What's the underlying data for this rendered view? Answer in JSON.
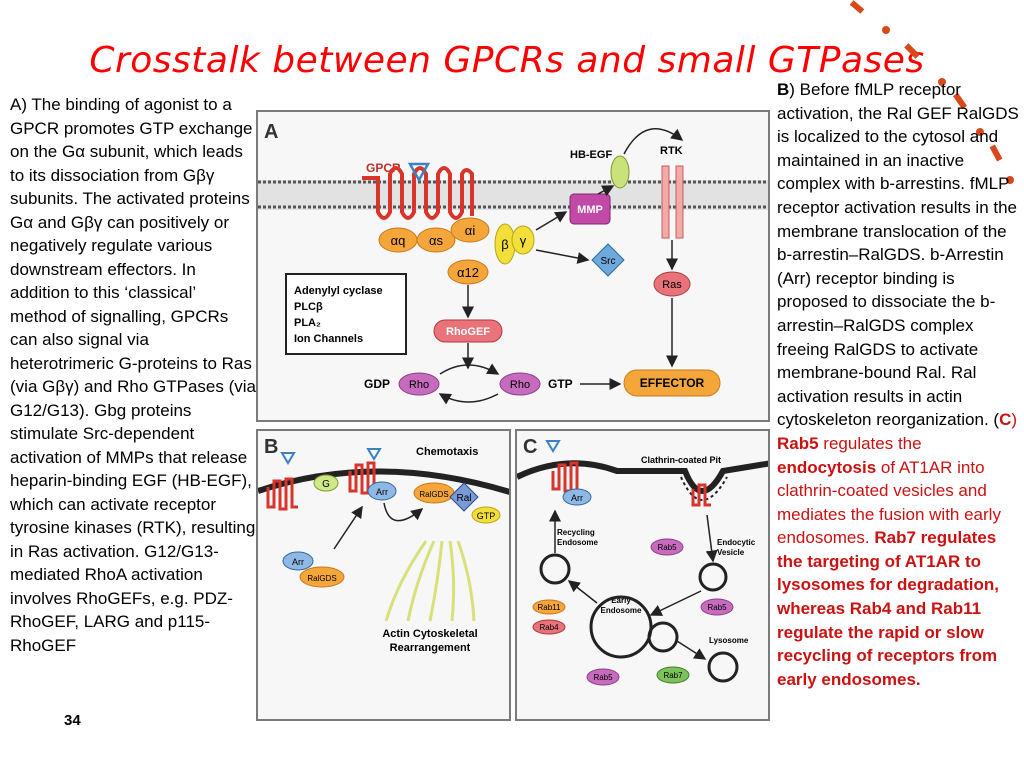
{
  "title": "Crosstalk between GPCRs and small GTPases",
  "page_number": "34",
  "left_text": {
    "p1": "A) The binding of agonist to a GPCR promotes GTP exchange on the G",
    "alpha1": "α",
    "p2": " subunit, which leads to its dissociation from G",
    "betagamma1": "βγ",
    "p3": " subunits. The activated proteins G",
    "alpha2": "α",
    "p4": " and G",
    "betagamma2": "βγ",
    "p5": " can positively or negatively regulate various downstream effectors. In addition to this ‘classical’ method of signalling, GPCRs can also signal via heterotrimeric G-proteins to Ras (via G",
    "betagamma3": "βγ",
    "p6": ") and Rho GTPases (via G12/G13). Gbg proteins stimulate Src-dependent activation of MMPs that release heparin-binding EGF (HB-EGF), which can activate receptor tyrosine kinases (RTK), resulting in Ras activation. G12/G13-mediated RhoA activation involves RhoGEFs, e.g. PDZ-RhoGEF, LARG and p115-RhoGEF"
  },
  "right_text": {
    "b_label": "B",
    "b_text": ") Before fMLP receptor activation, the Ral GEF RalGDS is localized to the cytosol and maintained in an inactive complex with b-arrestins. fMLP receptor activation results in the membrane translocation of the b-arrestin–RalGDS. b-Arrestin (Arr) receptor binding is proposed to dissociate the b-arrestin–RalGDS complex freeing RalGDS to activate membrane-bound Ral. Ral activation results in actin cytoskeleton reorganization. (",
    "c_label": "C",
    "c_close": ") ",
    "rab5": "Rab5",
    "c_text1": " regulates the ",
    "endocytosis": "endocytosis",
    "c_text2": " of AT1AR into clathrin-coated vesicles and mediates the fusion with early endosomes. ",
    "c_bold": "Rab7 regulates the targeting of AT1AR to lysosomes for degradation, whereas Rab4 and Rab11 regulate the rapid or slow recycling of receptors from early endosomes."
  },
  "panel_a": {
    "letter": "A",
    "gpcr": "GPCR",
    "hbegf": "HB-EGF",
    "rtk": "RTK",
    "mmp": "MMP",
    "aq": "αq",
    "as": "αs",
    "ai": "αi",
    "a12": "α12",
    "beta": "β",
    "gamma": "γ",
    "src": "Src",
    "ras": "Ras",
    "rhogef": "RhoGEF",
    "effector": "EFFECTOR",
    "gdp": "GDP",
    "gtp": "GTP",
    "rho": "Rho",
    "effectors_box": [
      "Adenylyl cyclase",
      "PLCβ",
      "PLA₂",
      "Ion Channels"
    ]
  },
  "panel_b": {
    "letter": "B",
    "chemotaxis": "Chemotaxis",
    "g": "G",
    "arr": "Arr",
    "ralgds": "RalGDS",
    "ral": "Ral",
    "gtp": "GTP",
    "actin1": "Actin Cytoskeletal",
    "actin2": "Rearrangement"
  },
  "panel_c": {
    "letter": "C",
    "clathrin": "Clathrin-coated Pit",
    "arr": "Arr",
    "recycling": "Recycling",
    "endosome": "Endosome",
    "endocytic": "Endocytic",
    "vesicle": "Vesicle",
    "rab5": "Rab5",
    "rab11": "Rab11",
    "rab4": "Rab4",
    "early": "Early",
    "endosome2": "Endosome",
    "lysosome": "Lysosome",
    "rab7": "Rab7"
  },
  "colors": {
    "title": "#ff0000",
    "receptor": "#d9342b",
    "orange_protein": "#f5a63a",
    "yellow_protein": "#f2df3a",
    "blue_protein": "#6fa8dc",
    "pink_protein": "#f08a8a",
    "purple_protein": "#c76bbf",
    "green_protein": "#7cc25a",
    "membrane": "#7d7d7d"
  }
}
